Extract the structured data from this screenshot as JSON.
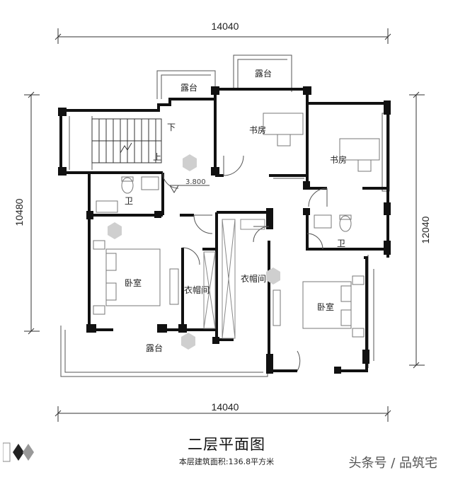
{
  "dimensions": {
    "top_width": "14040",
    "bottom_width": "14040",
    "left_height": "10480",
    "right_height": "12040"
  },
  "rooms": {
    "terrace_top_left": "露台",
    "terrace_top_right": "露台",
    "study_1": "书房",
    "study_2": "书房",
    "bath_left": "卫",
    "bath_right": "卫",
    "bedroom_left": "卧室",
    "bedroom_right": "卧室",
    "closet_left": "衣帽间",
    "closet_right": "衣帽间",
    "terrace_bottom": "露台",
    "stair_down": "下",
    "stair_up": "上"
  },
  "elevation": "3.800",
  "title": "二层平面图",
  "subtitle": "本层建筑面积:136.8平方米",
  "watermark": "头条号 / 品筑宅"
}
